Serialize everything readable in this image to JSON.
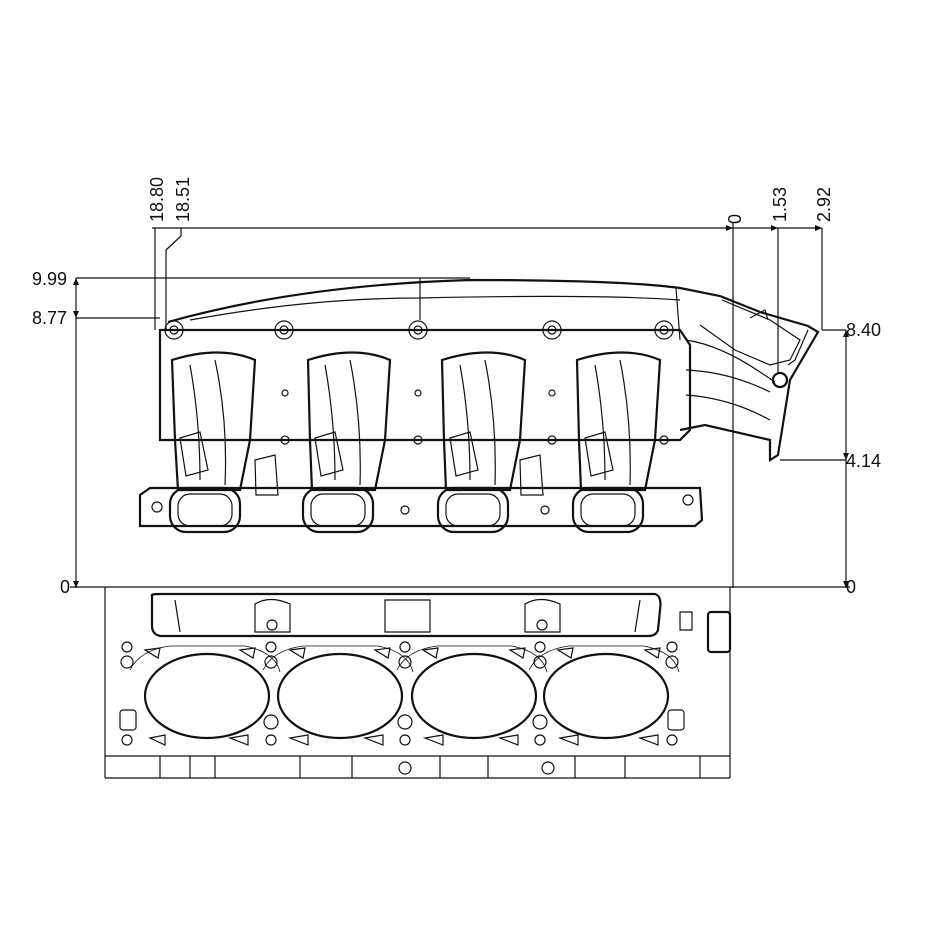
{
  "drawing": {
    "horizontal_dimensions": [
      {
        "id": "h-18-80",
        "label": "18.80"
      },
      {
        "id": "h-18-51",
        "label": "18.51"
      },
      {
        "id": "h-0",
        "label": "0"
      },
      {
        "id": "h-1-53",
        "label": "1.53"
      },
      {
        "id": "h-2-92",
        "label": "2.92"
      }
    ],
    "vertical_dimensions_left": [
      {
        "id": "v-9-99",
        "label": "9.99"
      },
      {
        "id": "v-8-77",
        "label": "8.77"
      },
      {
        "id": "v-0-left",
        "label": "0"
      }
    ],
    "vertical_dimensions_right": [
      {
        "id": "v-8-40",
        "label": "8.40"
      },
      {
        "id": "v-4-14",
        "label": "4.14"
      },
      {
        "id": "v-0-right",
        "label": "0"
      }
    ]
  }
}
